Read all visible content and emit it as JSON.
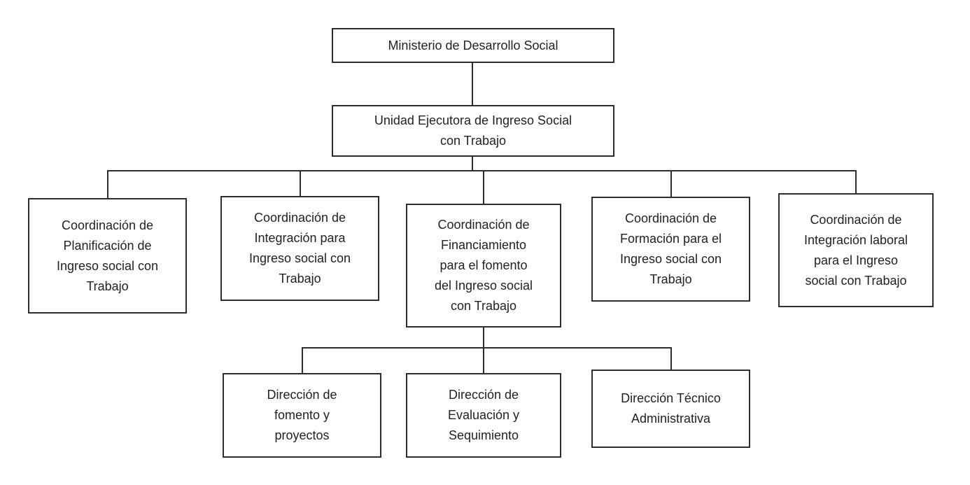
{
  "page": {
    "background": "#ffffff",
    "border_color": "#2e2e2e",
    "line_color": "#2e2e2e",
    "text_color": "#222222"
  },
  "org_chart": {
    "root": {
      "label": "Ministerio de Desarrollo Social"
    },
    "unit": {
      "label": "Unidad Ejecutora de Ingreso Social\ncon Trabajo"
    },
    "coordinations": [
      {
        "label": "Coordinación de\nPlanificación de\nIngreso social con\nTrabajo"
      },
      {
        "label": "Coordinación de\nIntegración para\nIngreso social con\nTrabajo"
      },
      {
        "label": "Coordinación de\nFinanciamiento\npara el fomento\ndel Ingreso social\ncon Trabajo"
      },
      {
        "label": "Coordinación de\nFormación para el\nIngreso social con\nTrabajo"
      },
      {
        "label": "Coordinación de\nIntegración laboral\npara el Ingreso\nsocial con Trabajo"
      }
    ],
    "directions": [
      {
        "label": "Dirección de\nfomento y\nproyectos"
      },
      {
        "label": "Dirección de\nEvaluación y\nSequimiento"
      },
      {
        "label": "Dirección Técnico\nAdministrativa"
      }
    ]
  }
}
